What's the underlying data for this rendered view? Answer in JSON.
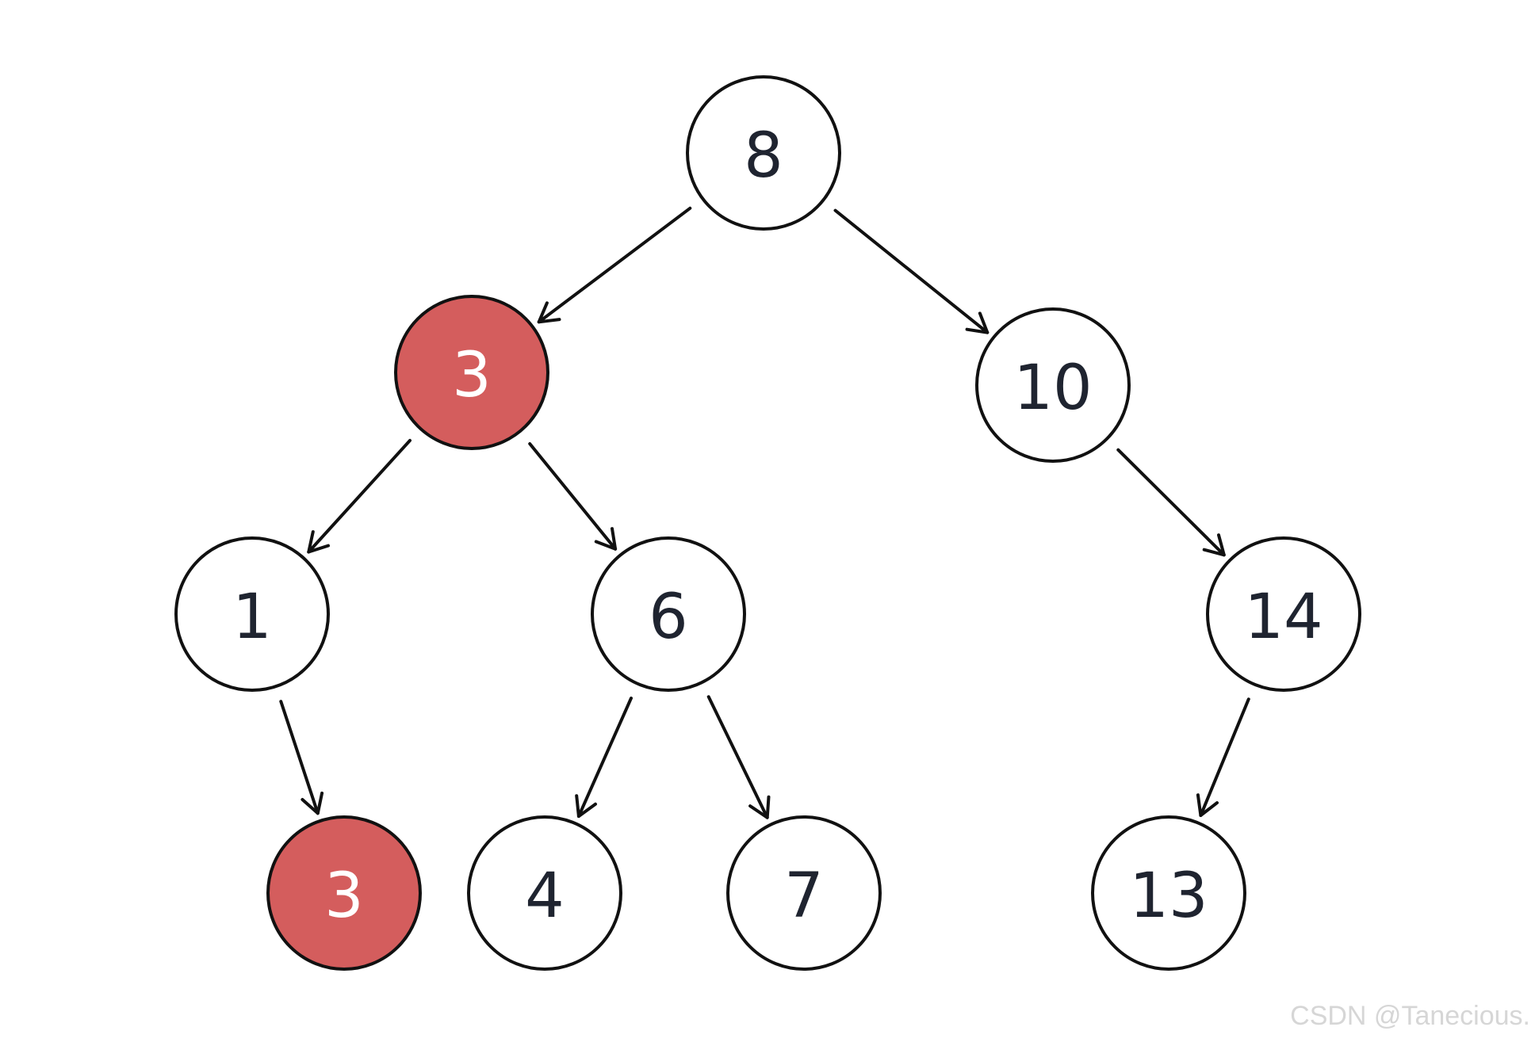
{
  "tree": {
    "nodes": [
      {
        "id": "n8",
        "label": "8",
        "highlighted": false
      },
      {
        "id": "n3",
        "label": "3",
        "highlighted": true
      },
      {
        "id": "n10",
        "label": "10",
        "highlighted": false
      },
      {
        "id": "n1",
        "label": "1",
        "highlighted": false
      },
      {
        "id": "n6",
        "label": "6",
        "highlighted": false
      },
      {
        "id": "n14",
        "label": "14",
        "highlighted": false
      },
      {
        "id": "n3b",
        "label": "3",
        "highlighted": true
      },
      {
        "id": "n4",
        "label": "4",
        "highlighted": false
      },
      {
        "id": "n7",
        "label": "7",
        "highlighted": false
      },
      {
        "id": "n13",
        "label": "13",
        "highlighted": false
      }
    ],
    "edges": [
      {
        "from": "n8",
        "to": "n3"
      },
      {
        "from": "n8",
        "to": "n10"
      },
      {
        "from": "n3",
        "to": "n1"
      },
      {
        "from": "n3",
        "to": "n6"
      },
      {
        "from": "n10",
        "to": "n14"
      },
      {
        "from": "n1",
        "to": "n3b"
      },
      {
        "from": "n6",
        "to": "n4"
      },
      {
        "from": "n6",
        "to": "n7"
      },
      {
        "from": "n14",
        "to": "n13"
      }
    ]
  },
  "colors": {
    "highlight_fill": "#d45d5d",
    "node_fill": "#ffffff",
    "stroke": "#111111",
    "label_dark": "#1f2430",
    "label_light": "#ffffff"
  },
  "watermark": {
    "text": "CSDN @Tanecious."
  }
}
